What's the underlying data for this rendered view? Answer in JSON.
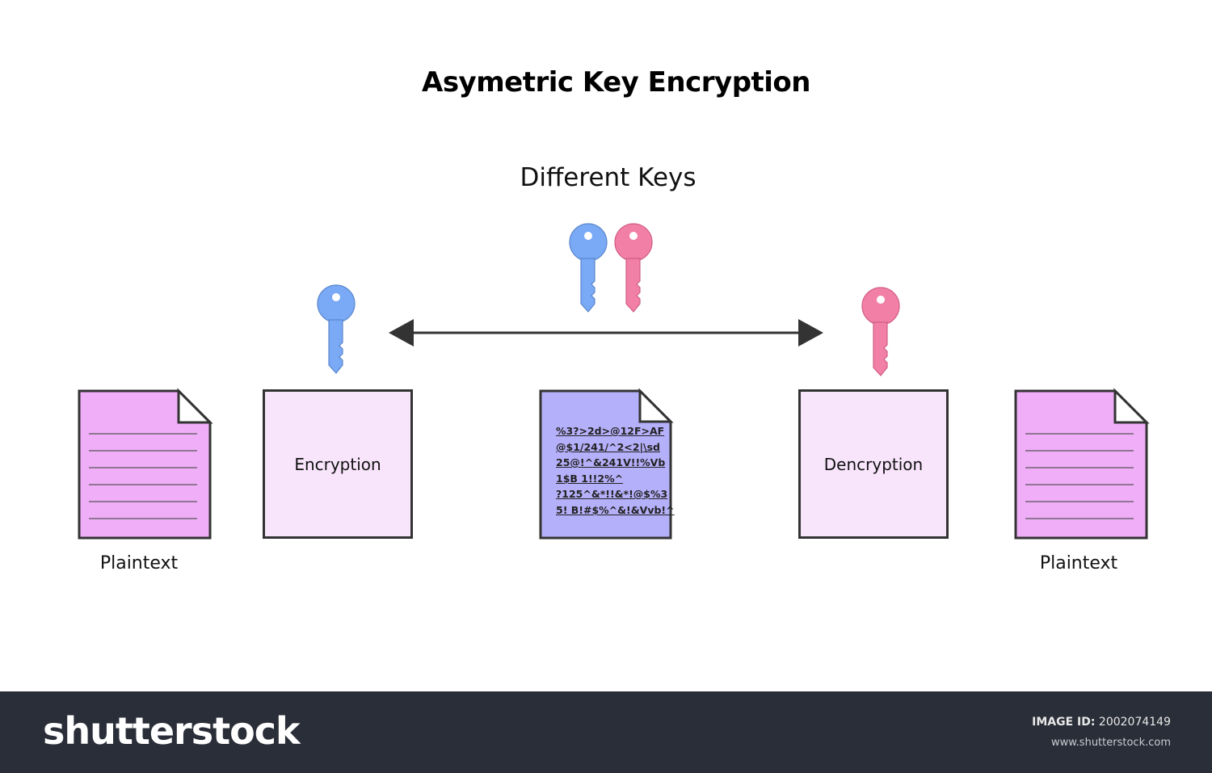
{
  "diagram": {
    "title": "Asymetric Key Encryption",
    "subtitle": "Different Keys",
    "left_label": "Plaintext",
    "right_label": "Plaintext",
    "encryption_label": "Encryption",
    "decryption_label": "Dencryption",
    "ciphertext_lines": [
      "%3?>2d>@12F>AF",
      "@$1/241/^2<2|\\sd",
      "25@!^&241V!!%Vb",
      "1$B 1!!2%^",
      "?125^&*!!&*!@$%3",
      "5! B!#$%^&!&Vvb!^"
    ],
    "colors": {
      "plaintext_doc": "#f0aef8",
      "process_box": "#f8e4fb",
      "ciphertext_doc": "#b5b0fa",
      "blue_key": "#7aa9f5",
      "pink_key": "#f27fa6",
      "arrow": "#333333"
    }
  },
  "footer": {
    "brand": "shutterstock",
    "image_id_label": "IMAGE ID:",
    "image_id_value": "2002074149",
    "site": "www.shutterstock.com"
  }
}
